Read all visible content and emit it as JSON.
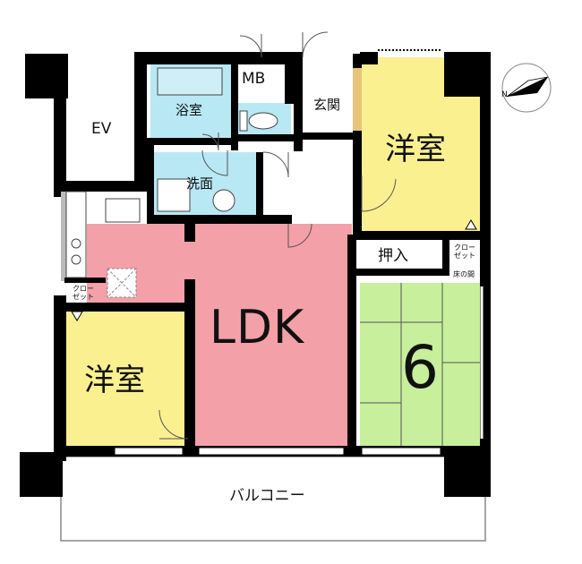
{
  "plan": {
    "rooms": {
      "ev": "EV",
      "bath": "浴室",
      "mb": "MB",
      "entrance": "玄関",
      "washroom": "洗面",
      "western_room_ne": "洋室",
      "western_room_sw": "洋室",
      "oshiire": "押入",
      "closet_ne": "クロー\nゼット",
      "closet_w": "クロー\nゼット",
      "tokonoma": "床の間",
      "ldk": "LDK",
      "japanese_room_size": "6",
      "balcony": "バルコニー"
    },
    "compass_letter": "N",
    "colors": {
      "ldk": "#f4a0a8",
      "western": "#fbf090",
      "japanese": "#c7ef9c",
      "wet_area": "#b8e8f4",
      "wall": "#000000",
      "gray_wall": "#bbbbbb"
    }
  }
}
